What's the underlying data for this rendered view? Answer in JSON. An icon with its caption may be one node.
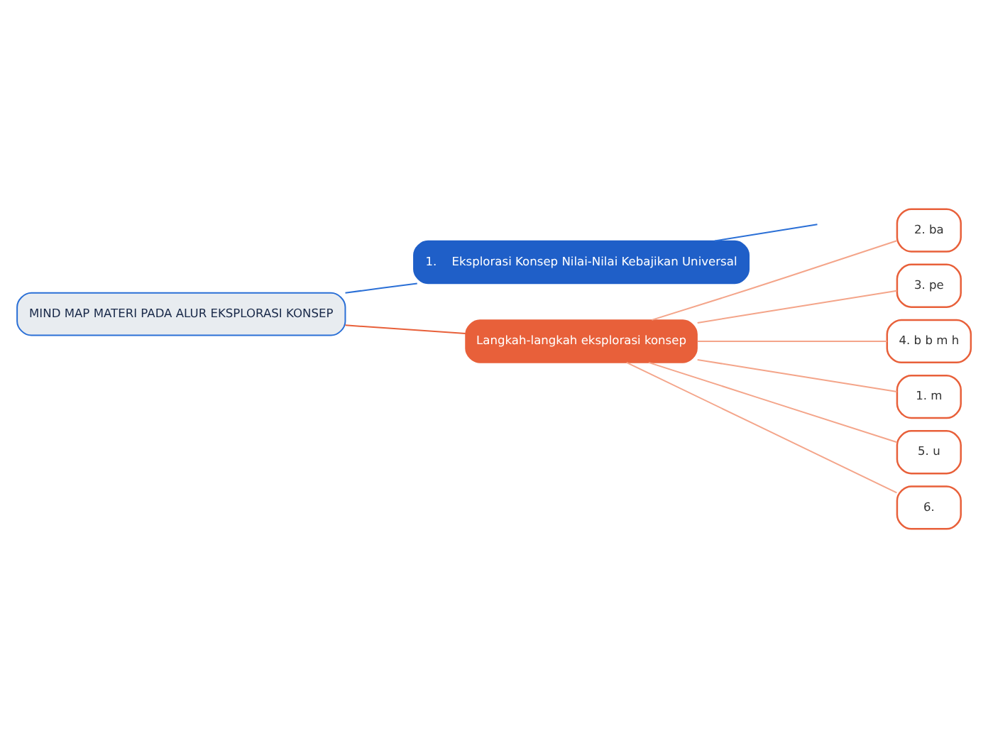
{
  "diagram": {
    "nodes": [
      {
        "text": [
          "MIND MAP MATERI PADA ALUR EKSPLORASI KONSEP"
        ]
      },
      {
        "text": [
          "1.    Eksplorasi Konsep Nilai-Nilai Kebajikan Universal"
        ]
      },
      {
        "text": [
          "Langkah-langkah eksplorasi konsep"
        ]
      },
      {
        "text": [
          "2. ba"
        ]
      },
      {
        "text": [
          "3. pe"
        ]
      },
      {
        "text": [
          "4. b b m h"
        ]
      },
      {
        "text": [
          "1. m"
        ]
      },
      {
        "text": [
          "5. u"
        ]
      },
      {
        "text": [
          "6."
        ]
      }
    ],
    "edges": [
      {
        "from": 0,
        "to": 1,
        "arrow": "none",
        "color": "#2a6fd6"
      },
      {
        "from": 0,
        "to": 2,
        "arrow": "none",
        "color": "#e8603a"
      },
      {
        "from": 1,
        "to": null,
        "arrow": "none",
        "color": "#2a6fd6"
      },
      {
        "from": 2,
        "to": 3,
        "arrow": "none"
      },
      {
        "from": 2,
        "to": 4,
        "arrow": "none"
      },
      {
        "from": 2,
        "to": 5,
        "arrow": "none"
      },
      {
        "from": 2,
        "to": 6,
        "arrow": "none"
      },
      {
        "from": 2,
        "to": 7,
        "arrow": "none"
      },
      {
        "from": 2,
        "to": 8,
        "arrow": "none"
      }
    ]
  }
}
